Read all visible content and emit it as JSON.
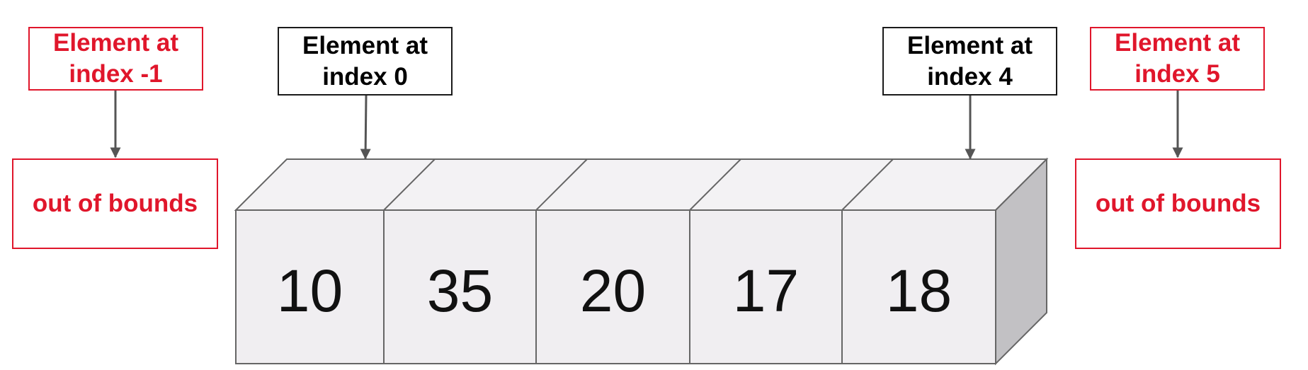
{
  "array": {
    "values": [
      "10",
      "35",
      "20",
      "17",
      "18"
    ]
  },
  "labels": {
    "index_minus_1": "Element at\nindex -1",
    "index_0": "Element at\nindex 0",
    "index_4": "Element at\nindex 4",
    "index_5": "Element at\nindex 5",
    "out_of_bounds_left": "out of bounds",
    "out_of_bounds_right": "out of bounds"
  },
  "colors": {
    "error_red": "#e0162b",
    "cell_front": "#f0eef1",
    "cell_top": "#f3f2f4",
    "cell_side": "#c2c1c4",
    "outline": "#555555",
    "arrow": "#555555"
  }
}
